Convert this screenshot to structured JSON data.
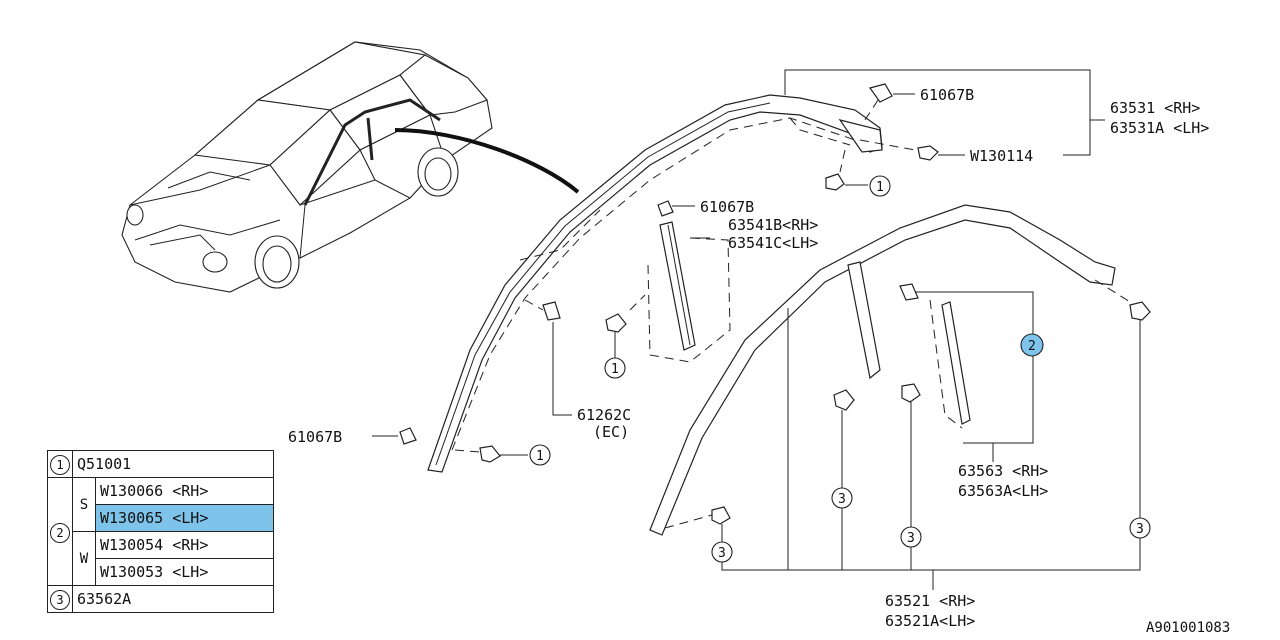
{
  "callouts": {
    "clip_upper": "61067B",
    "molding_rh": "63531 <RH>",
    "molding_lh": "63531A <LH>",
    "bolt_upper": "W130114",
    "clip_mid": "61067B",
    "pillar_rh": "63541B<RH>",
    "pillar_lh": "63541C<LH>",
    "clip_left": "61067B",
    "clip_ec": "61262C",
    "clip_ec_note": "(EC)",
    "seal_rh": "63563 <RH>",
    "seal_lh": "63563A<LH>",
    "weather_rh": "63521 <RH>",
    "weather_lh": "63521A<LH>"
  },
  "circle_labels": {
    "one": "1",
    "two": "2",
    "three": "3"
  },
  "legend": {
    "row1": {
      "num": "1",
      "part": "Q51001"
    },
    "row2": {
      "num": "2",
      "s_label": "S",
      "s_items": [
        "W130066 <RH>",
        "W130065 <LH>"
      ],
      "w_label": "W",
      "w_items": [
        "W130054 <RH>",
        "W130053 <LH>"
      ]
    },
    "row3": {
      "num": "3",
      "part": "63562A"
    }
  },
  "diagram_code": "A901001083",
  "colors": {
    "highlight": "#7ec3ea",
    "line": "#222222"
  }
}
